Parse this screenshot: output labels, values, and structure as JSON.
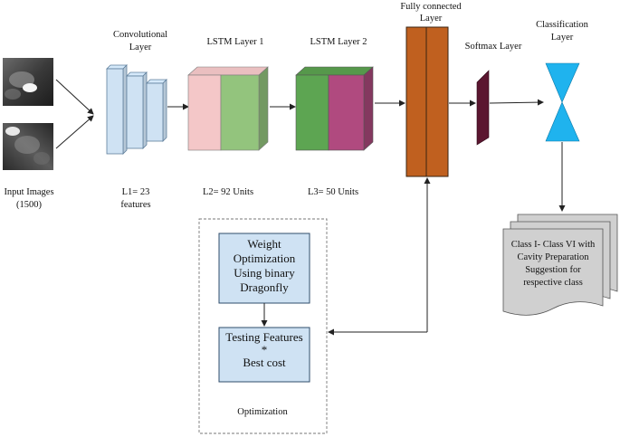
{
  "input": {
    "label_line1": "Input Images",
    "label_line2": "(1500)"
  },
  "conv": {
    "title_line1": "Convolutional",
    "title_line2": "Layer",
    "caption_line1": "L1= 23",
    "caption_line2": "features",
    "color": "#cfe2f3"
  },
  "lstm1": {
    "title": "LSTM Layer 1",
    "caption": "L2= 92 Units",
    "front_color": "#f4c7c8",
    "back_color": "#93c47d"
  },
  "lstm2": {
    "title": "LSTM Layer 2",
    "caption": "L3= 50 Units",
    "front_color": "#5da552",
    "back_color": "#b04a7f"
  },
  "fc": {
    "title_line1": "Fully connected",
    "title_line2": "Layer",
    "color": "#c0601f"
  },
  "softmax": {
    "title": "Softmax Layer",
    "color": "#5b1630"
  },
  "classification": {
    "title_line1": "Classification",
    "title_line2": "Layer",
    "color": "#1fb3ee"
  },
  "output_doc": {
    "line1": "Class I- Class VI with",
    "line2": "Cavity Preparation",
    "line3": "Suggestion for",
    "line4": "respective class",
    "color": "#d0d0d0"
  },
  "optimization": {
    "weight_box_line1": "Weight",
    "weight_box_line2": "Optimization",
    "weight_box_line3": "Using binary",
    "weight_box_line4": "Dragonfly",
    "testing_box_line1": "Testing Features",
    "testing_box_line2": "*",
    "testing_box_line3": "Best cost",
    "label": "Optimization",
    "box_color": "#cfe2f3"
  }
}
